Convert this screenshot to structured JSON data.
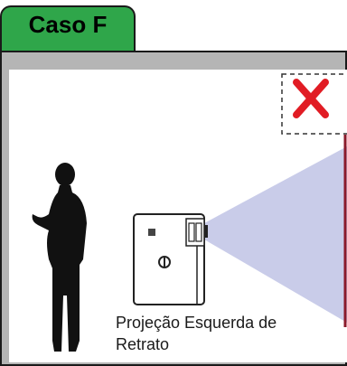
{
  "tab": {
    "title": "Caso F"
  },
  "caption": {
    "line1": "Projeção Esquerda de",
    "line2": "Retrato"
  },
  "colors": {
    "tab_green": "#2fa64a",
    "frame_gray": "#b5b5b5",
    "beam": "#c9cce9",
    "screen_edge": "#8b1a2b",
    "forbidden_x": "#e11c24"
  },
  "icons": [
    "forbidden-x-icon",
    "person-silhouette",
    "projector-icon"
  ]
}
